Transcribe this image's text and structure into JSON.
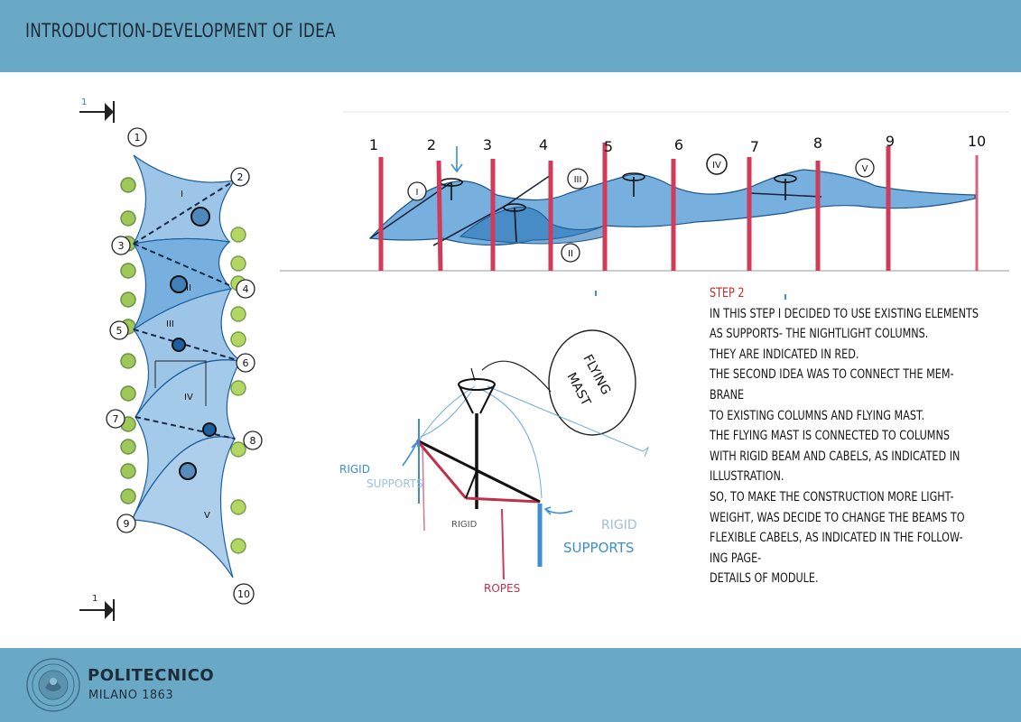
{
  "header": {
    "title": "INTRODUCTION-DEVELOPMENT OF IDEA"
  },
  "plan": {
    "points": [
      "1",
      "2",
      "3",
      "4",
      "5",
      "6",
      "7",
      "8",
      "9",
      "10"
    ],
    "modules": [
      "I",
      "II",
      "III",
      "IV",
      "V"
    ],
    "north_marks": [
      "1",
      "1"
    ]
  },
  "elevation": {
    "columns": [
      "1",
      "2",
      "3",
      "4",
      "5",
      "6",
      "7",
      "8",
      "9",
      "10"
    ],
    "modules": [
      "I",
      "II",
      "III",
      "IV",
      "V"
    ]
  },
  "detail": {
    "labels": {
      "flying_mast": [
        "FLYING",
        "MAST"
      ],
      "rigid_supports_left": [
        "RIGID",
        "SUPPORTS"
      ],
      "rigid": "RIGID",
      "rigid_supports_right": [
        "RIGID",
        "SUPPORTS"
      ],
      "ropes": "ROPES"
    }
  },
  "description": {
    "heading": "STEP 2",
    "lines": [
      "IN THIS STEP I DECIDED TO USE EXISTING ELEMENTS",
      "AS SUPPORTS- THE NIGHTLIGHT COLUMNS.",
      "THEY ARE INDICATED IN RED.",
      "THE SECOND IDEA WAS TO CONNECT THE MEM-",
      "BRANE",
      "TO EXISTING COLUMNS AND FLYING MAST.",
      "THE FLYING MAST IS CONNECTED TO COLUMNS",
      "WITH RIGID BEAM AND CABELS, AS INDICATED IN",
      "ILLUSTRATION.",
      "SO, TO MAKE THE CONSTRUCTION MORE LIGHT-",
      "WEIGHT, WAS DECIDE TO CHANGE THE BEAMS TO",
      "FLEXIBLE CABELS, AS INDICATED IN THE FOLLOW-",
      "ING PAGE-",
      "DETAILS OF MODULE."
    ]
  },
  "footer": {
    "brand_name": "POLITECNICO",
    "brand_sub": "MILANO 1863"
  },
  "colors": {
    "band": "#6aa9c6",
    "membrane_blue": "#2a7fc4",
    "support_red": "#d23a5a",
    "tree_green": "#7fb23a",
    "step_red": "#cc2a2a"
  }
}
